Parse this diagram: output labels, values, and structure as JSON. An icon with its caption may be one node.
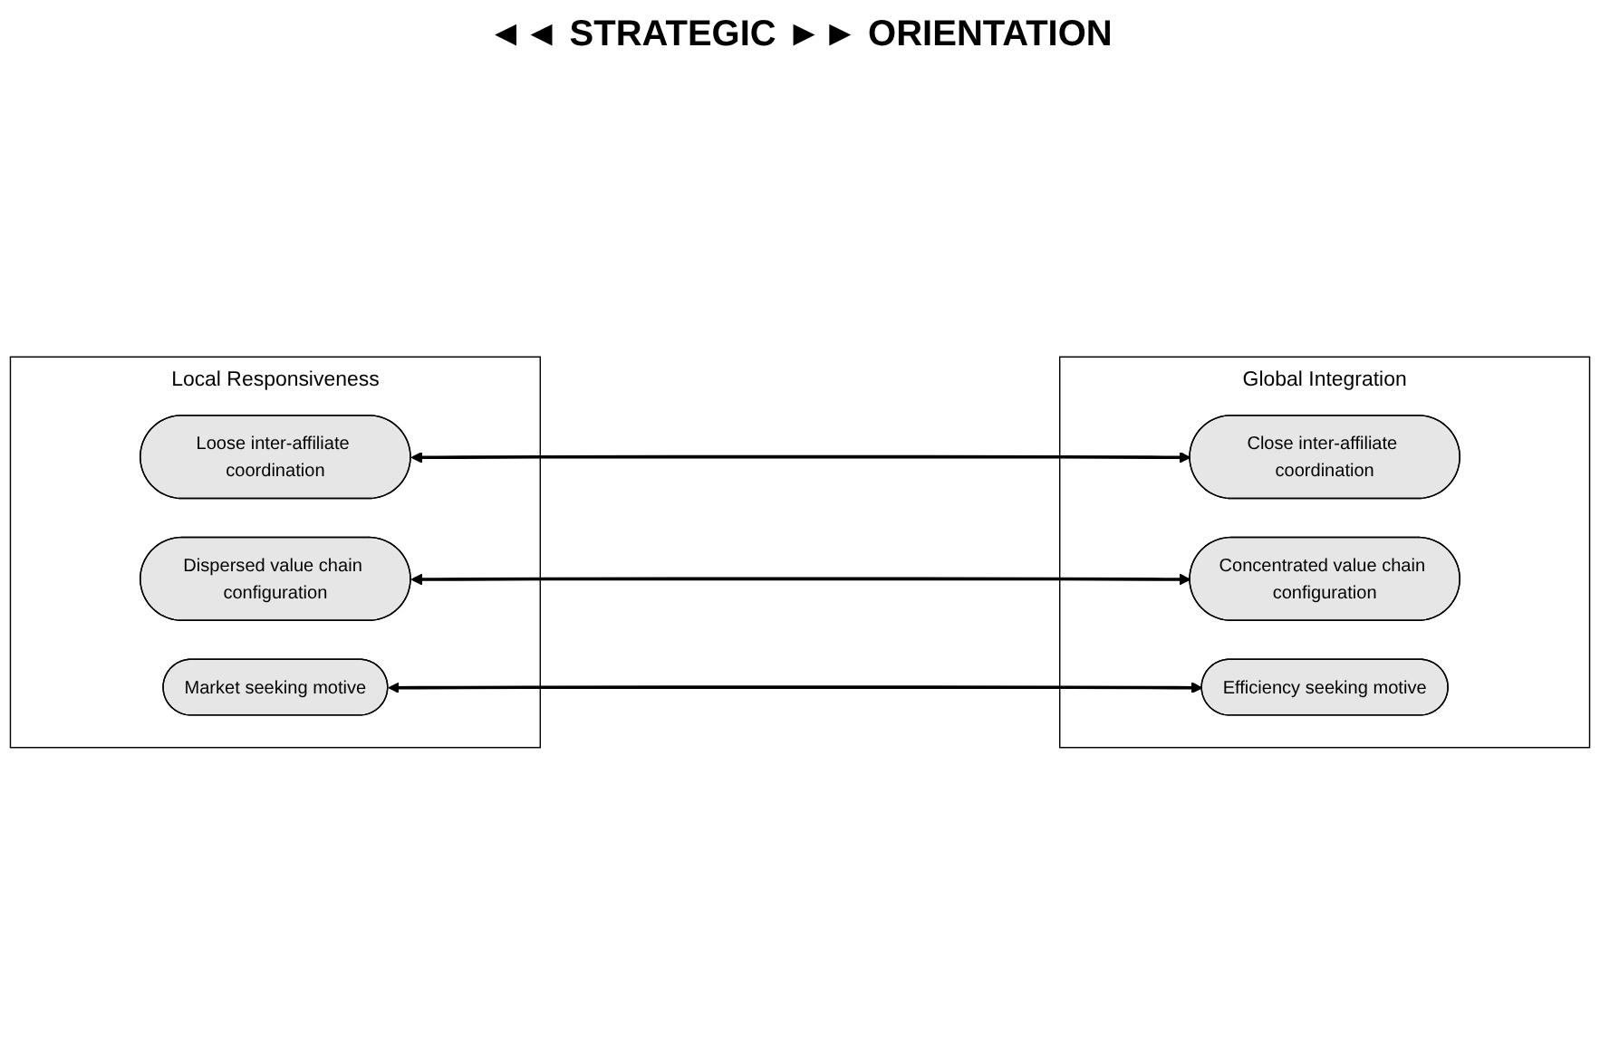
{
  "diagram": {
    "title": "◄◄ STRATEGIC ►► ORIENTATION",
    "nodes": [
      {
        "text": [
          "Local Responsiveness"
        ]
      },
      {
        "text": [
          "Loose inter-affiliate coordination"
        ],
        "in": 0
      },
      {
        "text": [
          "Dispersed value chain configuration"
        ],
        "in": 0
      },
      {
        "text": [
          "Market seeking motive"
        ],
        "in": 0
      },
      {
        "text": [
          "Global Integration"
        ]
      },
      {
        "text": [
          "Close inter-affiliate coordination"
        ],
        "in": 4
      },
      {
        "text": [
          "Concentrated value chain configuration"
        ],
        "in": 4
      },
      {
        "text": [
          "Efficiency seeking motive"
        ],
        "in": 4
      }
    ],
    "edges": [
      {
        "from": 1,
        "to": 5,
        "arrow": "both"
      },
      {
        "from": 2,
        "to": 6,
        "arrow": "both"
      },
      {
        "from": 3,
        "to": 7,
        "arrow": "both"
      }
    ]
  }
}
